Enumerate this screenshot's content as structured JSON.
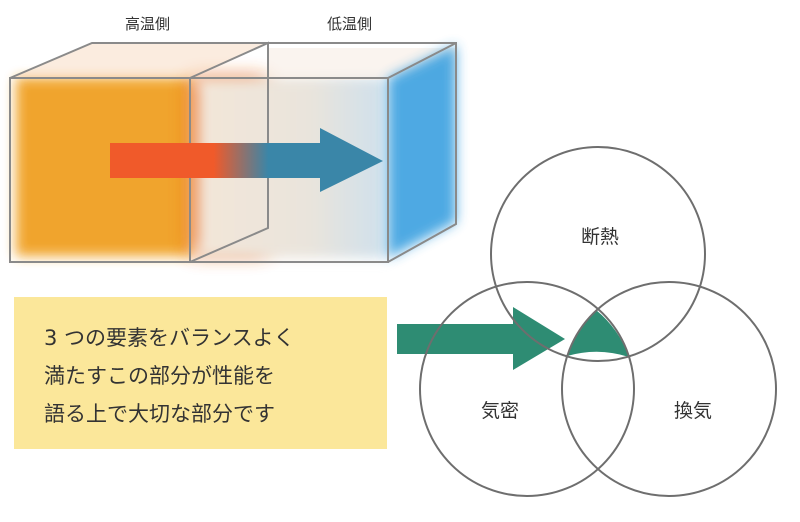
{
  "heat_side_labels": {
    "hot": "高温側",
    "cold": "低温側"
  },
  "note_lines": [
    "3 つの要素をバランスよく",
    "満たすこの部分が性能を",
    "語る上で大切な部分です"
  ],
  "venn": {
    "top": "断熱",
    "left": "気密",
    "right": "換気"
  },
  "colors": {
    "hot": "#f0a020",
    "hot_dark": "#e8661a",
    "cold": "#3aa0e0",
    "arrow_hot": "#f05a2a",
    "arrow_cold": "#3a86a8",
    "teal": "#2e8c73",
    "note_bg": "#fbe79a"
  }
}
